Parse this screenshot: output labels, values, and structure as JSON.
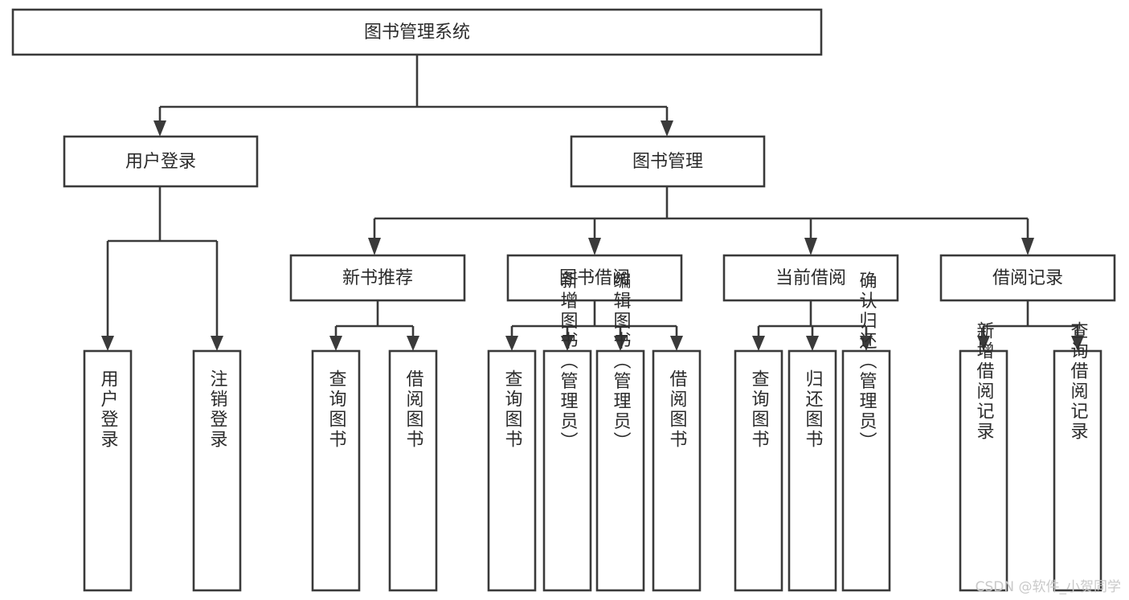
{
  "diagram": {
    "type": "tree-hierarchy-chart",
    "title": "图书管理系统",
    "orientation": "top-down",
    "levels": 4,
    "root": {
      "id": "root",
      "label": "图书管理系统",
      "text_orientation": "horizontal"
    },
    "level2": [
      {
        "id": "user-login",
        "label": "用户登录",
        "text_orientation": "horizontal"
      },
      {
        "id": "book-management",
        "label": "图书管理",
        "text_orientation": "horizontal"
      }
    ],
    "level3": [
      {
        "id": "new-book-recommend",
        "label": "新书推荐",
        "parent": "book-management",
        "text_orientation": "horizontal"
      },
      {
        "id": "book-borrow",
        "label": "图书借阅",
        "parent": "book-management",
        "text_orientation": "horizontal"
      },
      {
        "id": "current-borrow",
        "label": "当前借阅",
        "parent": "book-management",
        "text_orientation": "horizontal"
      },
      {
        "id": "borrow-record",
        "label": "借阅记录",
        "parent": "book-management",
        "text_orientation": "horizontal"
      }
    ],
    "leaves": [
      {
        "id": "leaf-user-login",
        "label": "用户登录",
        "parent": "user-login",
        "text_orientation": "vertical"
      },
      {
        "id": "leaf-logout-login",
        "label": "注销登录",
        "parent": "user-login",
        "text_orientation": "vertical"
      },
      {
        "id": "leaf-query-book-1",
        "label": "查询图书",
        "parent": "new-book-recommend",
        "text_orientation": "vertical"
      },
      {
        "id": "leaf-borrow-book-1",
        "label": "借阅图书",
        "parent": "new-book-recommend",
        "text_orientation": "vertical"
      },
      {
        "id": "leaf-query-book-2",
        "label": "查询图书",
        "parent": "book-borrow",
        "text_orientation": "vertical"
      },
      {
        "id": "leaf-add-book",
        "label": "新增图书（管理员）",
        "parent": "book-borrow",
        "text_orientation": "vertical"
      },
      {
        "id": "leaf-edit-book",
        "label": "编辑图书（管理员）",
        "parent": "book-borrow",
        "text_orientation": "vertical"
      },
      {
        "id": "leaf-borrow-book-2",
        "label": "借阅图书",
        "parent": "book-borrow",
        "text_orientation": "vertical"
      },
      {
        "id": "leaf-query-book-3",
        "label": "查询图书",
        "parent": "current-borrow",
        "text_orientation": "vertical"
      },
      {
        "id": "leaf-return-book",
        "label": "归还图书",
        "parent": "current-borrow",
        "text_orientation": "vertical"
      },
      {
        "id": "leaf-confirm-return",
        "label": "确认归还（管理员）",
        "parent": "current-borrow",
        "text_orientation": "vertical"
      },
      {
        "id": "leaf-add-record",
        "label": "新增借阅记录",
        "parent": "borrow-record",
        "text_orientation": "vertical"
      },
      {
        "id": "leaf-query-record",
        "label": "查询借阅记录",
        "parent": "borrow-record",
        "text_orientation": "vertical"
      }
    ]
  },
  "watermark": {
    "text": "CSDN @软件_小贺同学"
  },
  "colors": {
    "box_stroke": "#3a3a3a",
    "box_fill": "#ffffff",
    "text": "#2b2b2b",
    "background": "#ffffff",
    "watermark": "#c9c9c9"
  }
}
